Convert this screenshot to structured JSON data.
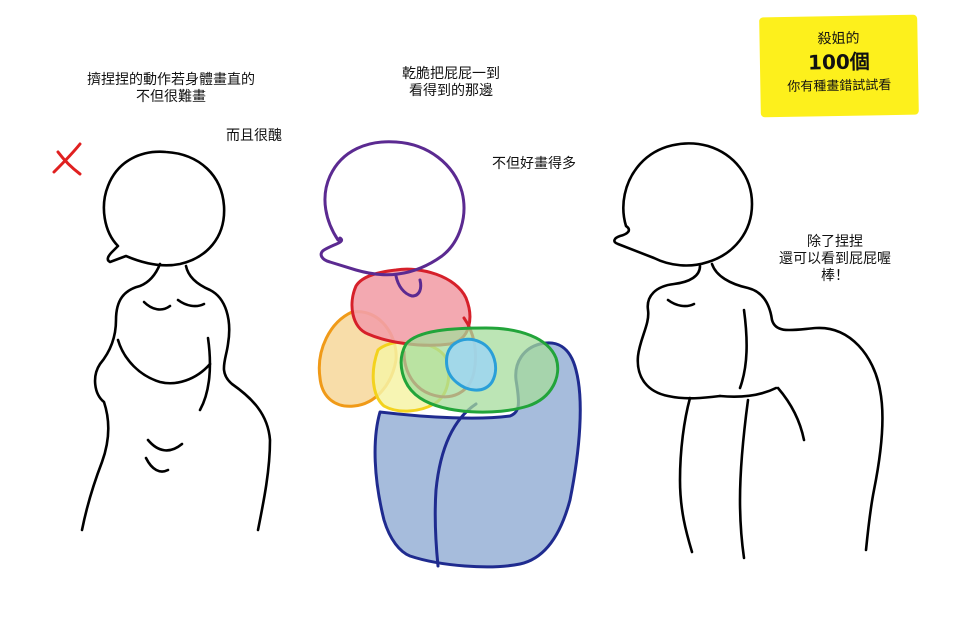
{
  "left_panel": {
    "caption_lines": [
      "擠捏捏的動作若身體畫直的",
      "不但很難畫"
    ],
    "aside": "而且很醜",
    "mark": "X"
  },
  "middle_panel": {
    "caption_lines": [
      "乾脆把屁屁一到",
      "看得到的那邊"
    ],
    "aside": "不但好畫得多"
  },
  "right_panel": {
    "caption_lines": [
      "除了捏捏",
      "還可以看到屁屁喔",
      "棒！"
    ]
  },
  "badge": {
    "line1": "殺姐的",
    "line2": "100個",
    "line3": "你有種畫錯試試看",
    "color": "#fdf01c"
  },
  "colors": {
    "head_outline": "#5b2a91",
    "chest_fill": "#f2a0a8",
    "chest_outline": "#d6202a",
    "shoulder_fill": "#f7d79a",
    "shoulder_outline": "#f09a18",
    "arm_fill": "#f6f3a6",
    "arm_outline": "#f3d21e",
    "belly_fill": "#a6dc9c",
    "belly_outline": "#22a43a",
    "navel_fill": "#9ed6ee",
    "navel_outline": "#2a9fd8",
    "hips_fill": "#a6bcdc",
    "hips_outline": "#1f2b8f",
    "x_mark": "#e02020"
  }
}
